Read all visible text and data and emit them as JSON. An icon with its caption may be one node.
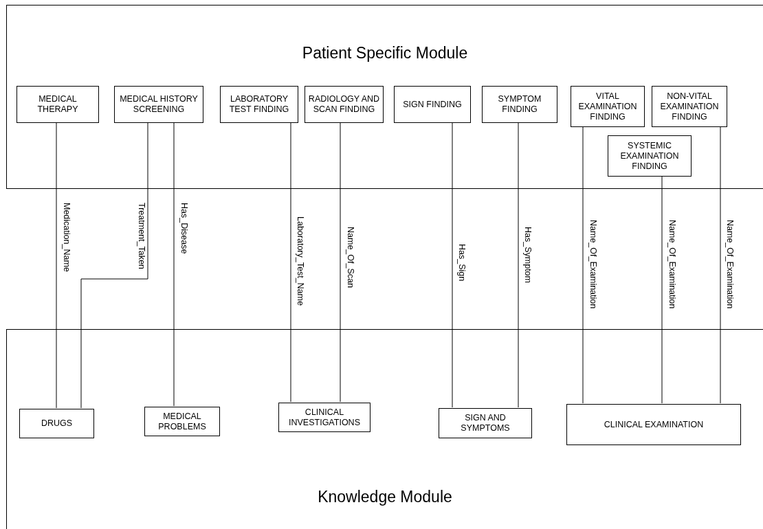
{
  "diagram": {
    "nodes": [
      {
        "text": [
          "Patient Specific Module"
        ]
      },
      {
        "text": [
          "Knowledge Module"
        ]
      },
      {
        "text": [
          "MEDICAL THERAPY"
        ],
        "in": 0
      },
      {
        "text": [
          "MEDICAL HISTORY SCREENING"
        ],
        "in": 0
      },
      {
        "text": [
          "LABORATORY TEST FINDING"
        ],
        "in": 0
      },
      {
        "text": [
          "RADIOLOGY AND SCAN FINDING"
        ],
        "in": 0
      },
      {
        "text": [
          "SIGN FINDING"
        ],
        "in": 0
      },
      {
        "text": [
          "SYMPTOM FINDING"
        ],
        "in": 0
      },
      {
        "text": [
          "VITAL EXAMINATION FINDING"
        ],
        "in": 0
      },
      {
        "text": [
          "NON-VITAL EXAMINATION FINDING"
        ],
        "in": 0
      },
      {
        "text": [
          "SYSTEMIC EXAMINATION FINDING"
        ],
        "in": 0
      },
      {
        "text": [
          "DRUGS"
        ],
        "in": 1
      },
      {
        "text": [
          "MEDICAL PROBLEMS"
        ],
        "in": 1
      },
      {
        "text": [
          "CLINICAL INVESTIGATIONS"
        ],
        "in": 1
      },
      {
        "text": [
          "SIGN AND SYMPTOMS"
        ],
        "in": 1
      },
      {
        "text": [
          "CLINICAL EXAMINATION"
        ],
        "in": 1
      }
    ],
    "edges": [
      {
        "from": 2,
        "to": 11,
        "arrow": "none",
        "label": "Medication_Name"
      },
      {
        "from": 3,
        "to": 11,
        "arrow": "none",
        "label": "Treatment_Taken"
      },
      {
        "from": 3,
        "to": 12,
        "arrow": "none",
        "label": "Has_Disease"
      },
      {
        "from": 4,
        "to": 13,
        "arrow": "none",
        "label": "Laboratory_Test_Name"
      },
      {
        "from": 5,
        "to": 13,
        "arrow": "none",
        "label": "Name_Of_Scan"
      },
      {
        "from": 6,
        "to": 14,
        "arrow": "none",
        "label": "Has_Sign"
      },
      {
        "from": 7,
        "to": 14,
        "arrow": "none",
        "label": "Has_Symptom"
      },
      {
        "from": 8,
        "to": 15,
        "arrow": "none",
        "label": "Name_Of_Examination"
      },
      {
        "from": 10,
        "to": 15,
        "arrow": "none",
        "label": "Name_Of_Examination"
      },
      {
        "from": 9,
        "to": 15,
        "arrow": "none",
        "label": "Name_Of_Examination"
      }
    ]
  }
}
